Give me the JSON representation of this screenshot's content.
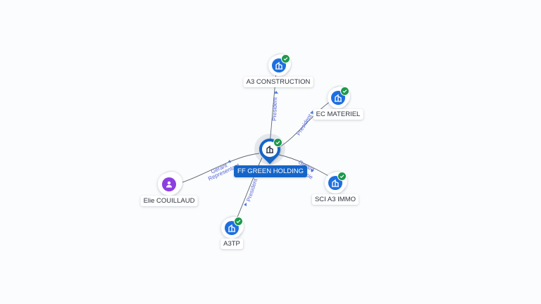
{
  "nodes": {
    "center": {
      "name": "FF GREEN HOLDING",
      "icon": "building-icon",
      "verified": true
    },
    "a3_construction": {
      "name": "A3 CONSTRUCTION",
      "icon": "building-icon",
      "verified": true
    },
    "ec_materiel": {
      "name": "EC MATERIEL",
      "icon": "building-icon",
      "verified": true
    },
    "sci_a3_immo": {
      "name": "SCI A3 IMMO",
      "icon": "building-icon",
      "verified": true
    },
    "a3tp": {
      "name": "A3TP",
      "icon": "building-icon",
      "verified": true
    },
    "elie": {
      "name": "Elie COUILLAUD",
      "icon": "person-icon",
      "verified": false
    }
  },
  "edges": {
    "a3_construction": "President",
    "ec_materiel": "President",
    "sci_a3_immo_1": "Gerant",
    "sci_a3_immo_2": "Associe",
    "a3tp": "President",
    "elie_1": "Gerant",
    "elie_2": "Representant"
  },
  "colors": {
    "company": "#1d6fe0",
    "person": "#8c3fe0",
    "verified": "#1b9a4b",
    "edge_label": "#5a68d8",
    "main_label_bg": "#1565c8"
  }
}
